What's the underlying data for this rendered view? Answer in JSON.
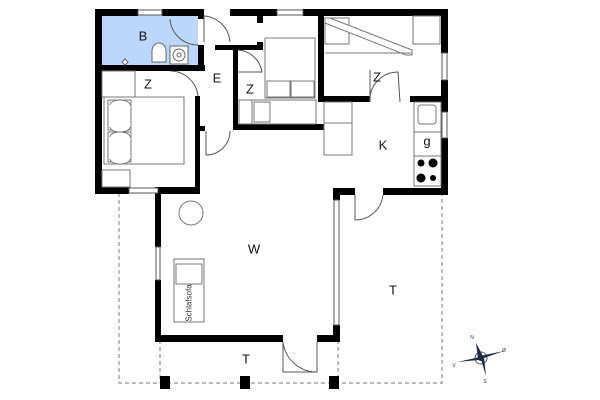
{
  "floorplan": {
    "colors": {
      "wall": "#000000",
      "bathroom_fill": "#bcd7fb",
      "line": "#555555",
      "background": "#ffffff"
    },
    "rooms": [
      {
        "id": "bathroom",
        "label": "B"
      },
      {
        "id": "bedroom-1",
        "label": "Z"
      },
      {
        "id": "entrance",
        "label": "E"
      },
      {
        "id": "bedroom-2",
        "label": "Z"
      },
      {
        "id": "bedroom-3",
        "label": "Z"
      },
      {
        "id": "kitchen",
        "label": "K"
      },
      {
        "id": "dishwasher",
        "label": "g"
      },
      {
        "id": "living-room",
        "label": "W"
      },
      {
        "id": "terrace-east",
        "label": "T"
      },
      {
        "id": "terrace-south",
        "label": "T"
      }
    ],
    "furniture": {
      "sofa_bed_label": "Schlafsofa"
    },
    "compass": {
      "north": "N",
      "east": "Ø",
      "south": "S",
      "west": "V"
    }
  }
}
